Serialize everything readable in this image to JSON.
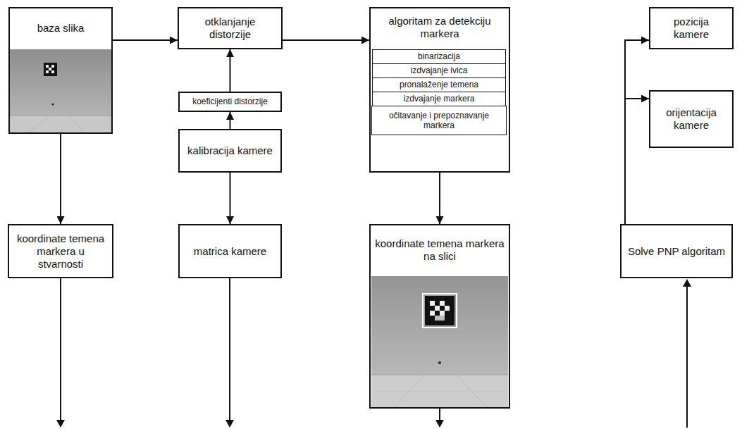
{
  "diagram": {
    "nodes": [
      {
        "text": [
          "baza slika"
        ]
      },
      {
        "text": [
          "otklanjanje distorzije"
        ]
      },
      {
        "text": [
          "koeficijenti distorzije"
        ]
      },
      {
        "text": [
          "kalibracija kamere"
        ]
      },
      {
        "text": [
          "algoritam za detekciju markera"
        ]
      },
      {
        "text": [
          "binarizacija"
        ],
        "in": 4
      },
      {
        "text": [
          "izdvajanje ivica"
        ],
        "in": 4
      },
      {
        "text": [
          "pronalaženje temena"
        ],
        "in": 4
      },
      {
        "text": [
          "izdvajanje markera"
        ],
        "in": 4
      },
      {
        "text": [
          "očitavanje i prepoznavanje markera"
        ],
        "in": 4
      },
      {
        "text": [
          "pozicija kamere"
        ]
      },
      {
        "text": [
          "orijentacija kamere"
        ]
      },
      {
        "text": [
          "koordinate temena markera u stvarnosti"
        ]
      },
      {
        "text": [
          "matrica kamere"
        ]
      },
      {
        "text": [
          "koordinate temena markera na slici"
        ]
      },
      {
        "text": [
          "Solve PNP algoritam"
        ]
      }
    ],
    "edges": [
      {
        "from": 0,
        "to": 1,
        "arrow": "to"
      },
      {
        "from": 1,
        "to": 4,
        "arrow": "to"
      },
      {
        "from": 2,
        "to": 1,
        "arrow": "to"
      },
      {
        "from": 3,
        "to": 2,
        "arrow": "to"
      },
      {
        "from": 3,
        "to": 13,
        "arrow": "to"
      },
      {
        "from": 0,
        "to": 12,
        "arrow": "to"
      },
      {
        "from": 4,
        "to": 14,
        "arrow": "to"
      },
      {
        "from": 15,
        "to": 10,
        "arrow": "to"
      },
      {
        "from": 15,
        "to": 11,
        "arrow": "to"
      }
    ]
  }
}
